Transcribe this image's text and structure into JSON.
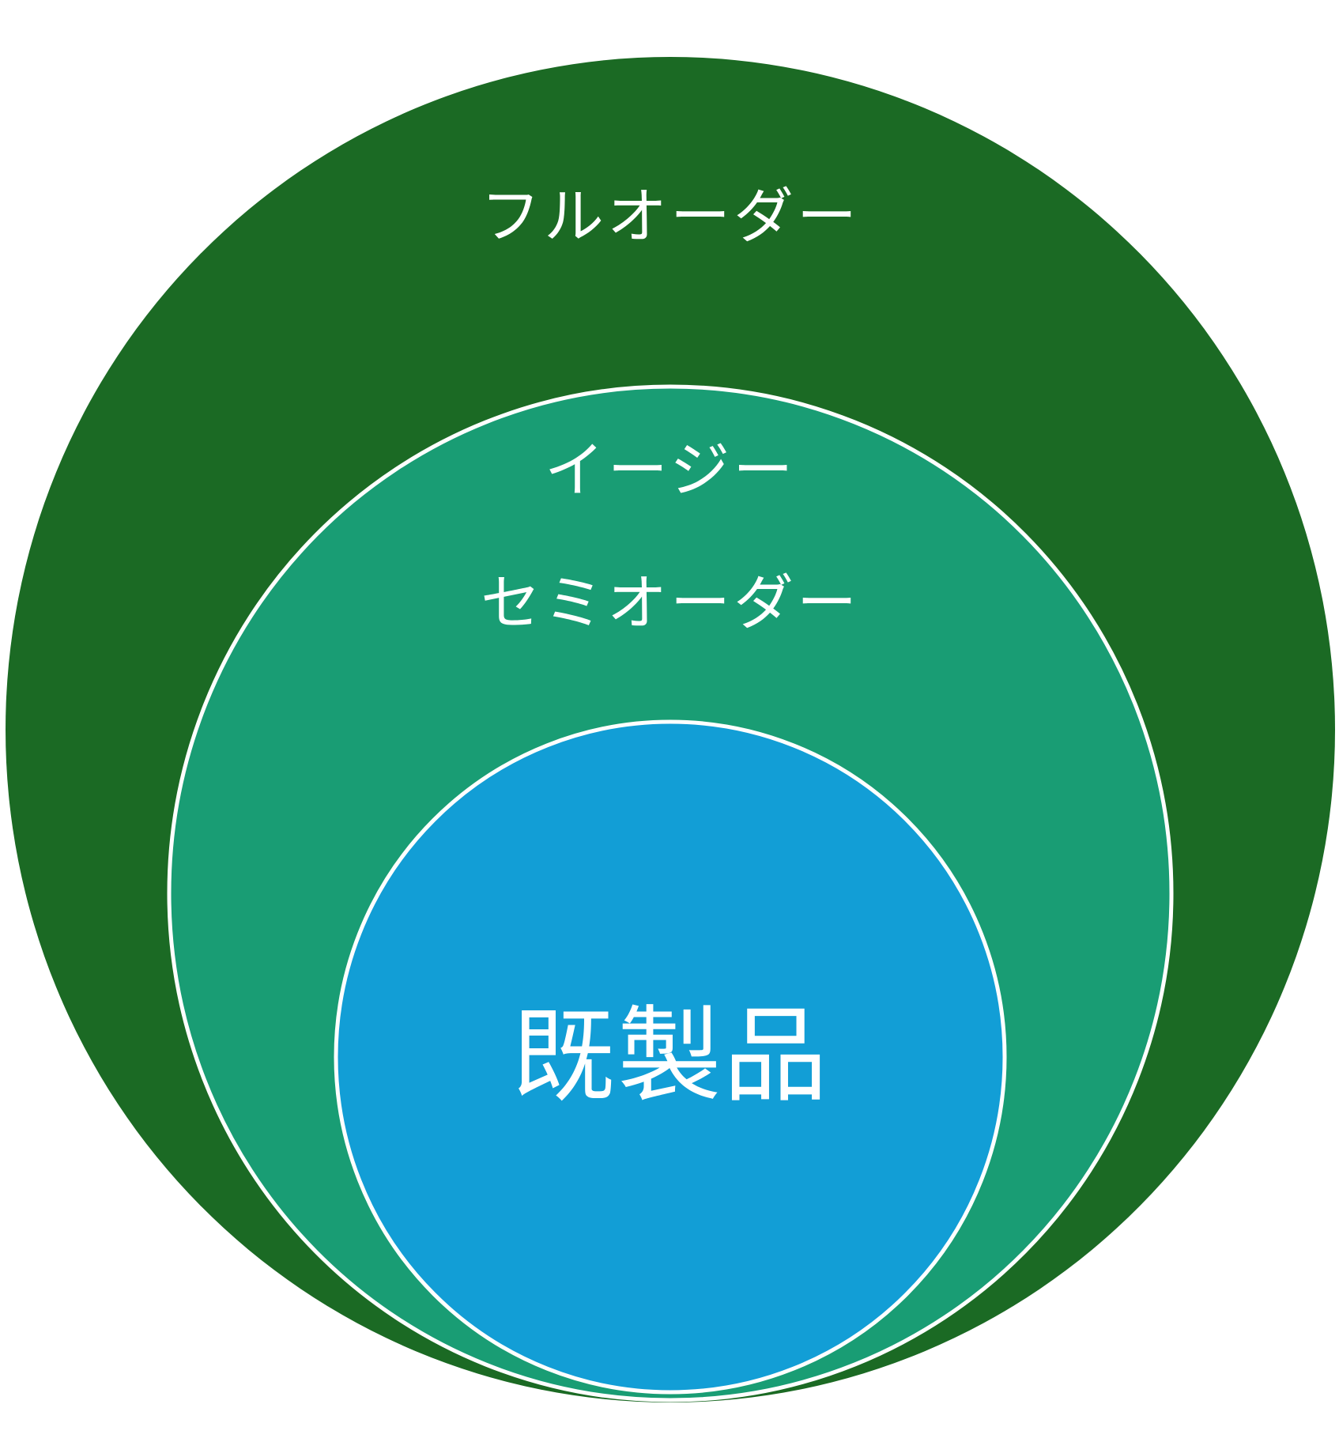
{
  "diagram": {
    "type": "nested-circles",
    "outer": {
      "label": "フルオーダー",
      "fill": "#1b6a24"
    },
    "middle": {
      "label_line1": "イージー",
      "label_line2": "セミオーダー",
      "fill": "#199d74",
      "stroke": "#ffffff"
    },
    "inner": {
      "label": "既製品",
      "fill": "#129ed6",
      "stroke": "#ffffff"
    }
  }
}
